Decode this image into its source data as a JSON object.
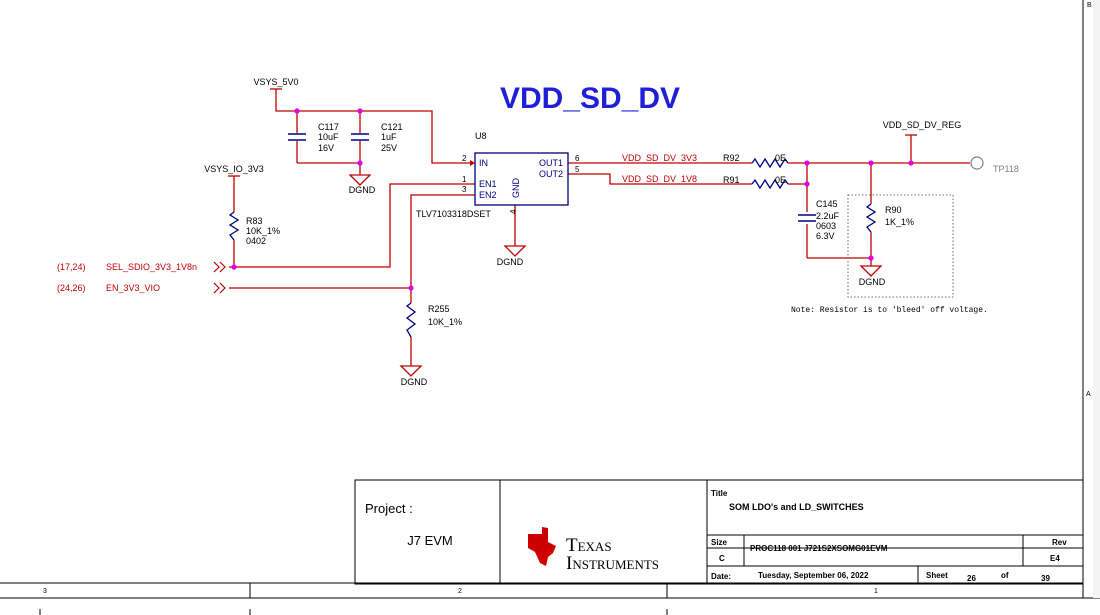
{
  "title": "VDD_SD_DV",
  "colors": {
    "wire": "#c00000",
    "net_label": "#c00000",
    "junction": "#e000e0",
    "component": "#000080",
    "text": "#000000",
    "title_blue": "#1f1fd8",
    "grey": "#808080"
  },
  "power": {
    "vsys_5v0": "VSYS_5V0",
    "vsys_io_3v3": "VSYS_IO_3V3",
    "dgnd": "DGND",
    "vdd_sd_dv_reg": "VDD_SD_DV_REG"
  },
  "components": {
    "c117": {
      "ref": "C117",
      "value": "10uF",
      "voltage": "16V"
    },
    "c121": {
      "ref": "C121",
      "value": "1uF",
      "voltage": "25V"
    },
    "u8": {
      "ref": "U8",
      "part": "TLV7103318DSET",
      "pin_in": "IN",
      "pin_en1": "EN1",
      "pin_en2": "EN2",
      "pin_out1": "OUT1",
      "pin_out2": "OUT2",
      "pin_gnd": "GND",
      "num_in": "2",
      "num_en1": "1",
      "num_en2": "3",
      "num_out1": "6",
      "num_out2": "5",
      "num_gnd": "4"
    },
    "r83": {
      "ref": "R83",
      "value": "10K_1%",
      "package": "0402"
    },
    "r255": {
      "ref": "R255",
      "value": "10K_1%"
    },
    "r92": {
      "ref": "R92",
      "value": "0E"
    },
    "r91": {
      "ref": "R91",
      "value": "0E"
    },
    "c145": {
      "ref": "C145",
      "value": "2.2uF",
      "package": "0603",
      "voltage": "6.3V"
    },
    "r90": {
      "ref": "R90",
      "value": "1K_1%"
    },
    "tp118": {
      "ref": "TP118"
    }
  },
  "nets": {
    "vdd_sd_dv_3v3": "VDD_SD_DV_3V3",
    "vdd_sd_dv_1v8": "VDD_SD_DV_1V8",
    "sel_sdio": "SEL_SDIO_3V3_1V8n",
    "sel_sdio_ref": "(17,24)",
    "en_3v3_vio": "EN_3V3_VIO",
    "en_3v3_vio_ref": "(24,26)"
  },
  "note": "Note: Resistor is to 'bleed' off voltage.",
  "title_block": {
    "project_label": "Project :",
    "project_name": "J7 EVM",
    "logo_line1": "Texas",
    "logo_line2": "Instruments",
    "title_label": "Title",
    "title_value": "SOM LDO's and LD_SWITCHES",
    "size_label": "Size",
    "size_value": "C",
    "doc_number": "PROC118 001 J721S2XSOMG01EVM",
    "rev_label": "Rev",
    "rev_value": "E4",
    "date_label": "Date:",
    "date_value": "Tuesday, September 06, 2022",
    "sheet_label": "Sheet",
    "sheet_value": "26",
    "of_label": "of",
    "sheet_total": "39"
  },
  "border": {
    "zone_3": "3",
    "zone_2": "2",
    "zone_1": "1",
    "zone_b": "B",
    "zone_a": "A"
  }
}
